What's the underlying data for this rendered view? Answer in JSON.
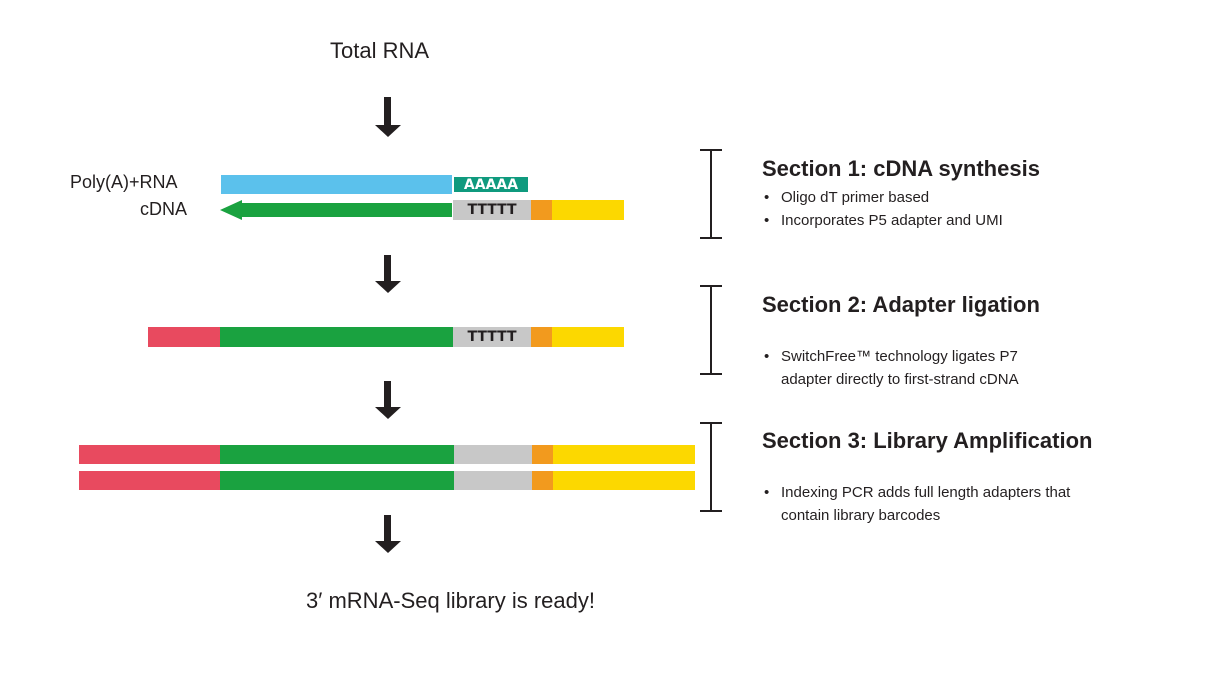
{
  "top_label": "Total RNA",
  "bottom_label": "3′ mRNA-Seq library is ready!",
  "strand_labels": {
    "polyA_rna": "Poly(A)+RNA",
    "cdna": "cDNA"
  },
  "sequence_labels": {
    "polyA": "AAAAA",
    "polyT": "TTTTT"
  },
  "colors": {
    "rna": "#5bc1ec",
    "cdna": "#1aa240",
    "polyA_box": "#0f9a7e",
    "polyT_box": "#c8c8c8",
    "umi": "#f29a1e",
    "p5_adapter": "#fcd800",
    "p7_adapter": "#e84a5f",
    "text": "#231f20"
  },
  "sections": [
    {
      "title": "Section 1: cDNA synthesis",
      "bullets": [
        "Oligo dT primer based",
        "Incorporates P5 adapter and UMI"
      ]
    },
    {
      "title": "Section 2: Adapter ligation",
      "bullets": [
        "SwitchFree™ technology ligates P7\nadapter directly to first-strand cDNA"
      ]
    },
    {
      "title": "Section 3: Library Amplification",
      "bullets": [
        "Indexing PCR adds full length adapters that\ncontain library barcodes"
      ]
    }
  ]
}
